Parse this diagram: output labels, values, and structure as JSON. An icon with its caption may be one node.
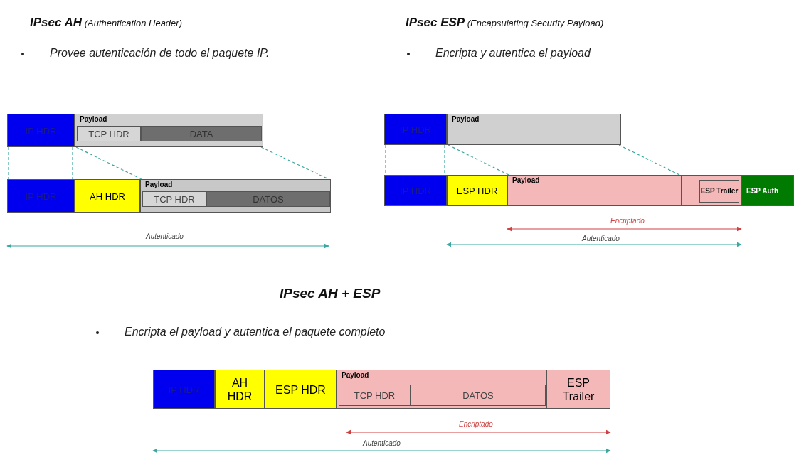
{
  "diagram": {
    "nodes": [
      {
        "text": [
          "IP HDR"
        ]
      },
      {
        "text": [
          "Payload"
        ]
      },
      {
        "text": [
          "TCP HDR"
        ],
        "in": 1
      },
      {
        "text": [
          "DATA"
        ],
        "in": 1
      },
      {
        "text": [
          "IP HDR"
        ]
      },
      {
        "text": [
          "AH HDR"
        ]
      },
      {
        "text": [
          "Payload"
        ]
      },
      {
        "text": [
          "TCP HDR"
        ],
        "in": 6
      },
      {
        "text": [
          "DATOS"
        ],
        "in": 6
      },
      {
        "text": [
          "IP HDR"
        ]
      },
      {
        "text": [
          "Payload"
        ]
      },
      {
        "text": [
          "IP HDR"
        ]
      },
      {
        "text": [
          "ESP HDR"
        ]
      },
      {
        "text": [
          "Payload"
        ]
      },
      {
        "text": [],
        "shape": "box"
      },
      {
        "text": [
          "ESP Trailer"
        ],
        "in": 14
      },
      {
        "text": [
          "ESP Auth"
        ]
      },
      {
        "text": [
          "IP HDR"
        ]
      },
      {
        "text": [
          "AH HDR"
        ]
      },
      {
        "text": [
          "ESP HDR"
        ]
      },
      {
        "text": [
          "Payload"
        ]
      },
      {
        "text": [
          "TCP HDR"
        ],
        "in": 20
      },
      {
        "text": [
          "DATOS"
        ],
        "in": 20
      },
      {
        "text": [
          "ESP Trailer"
        ]
      }
    ],
    "edges": [
      {
        "from": 0,
        "to": 4,
        "arrow": "none",
        "style": "dashed"
      },
      {
        "from": 1,
        "to": 6,
        "arrow": "none",
        "style": "dashed"
      },
      {
        "from": 9,
        "to": 11,
        "arrow": "none",
        "style": "dashed"
      },
      {
        "from": 10,
        "to": 13,
        "arrow": "none",
        "style": "dashed"
      }
    ],
    "labels": [
      "**IPsec AH** (Authentication Header)",
      "**IPsec ESP** (Encapsulating Security Payload)",
      "Provee autenticación de todo el paquete IP.",
      "Encripta y autentica el payload",
      "Autenticado",
      "Encriptado",
      "Autenticado",
      "IPsec AH + ESP",
      "Encripta el payload y autentica el paquete completo",
      "Encriptado",
      "Autenticado"
    ]
  }
}
